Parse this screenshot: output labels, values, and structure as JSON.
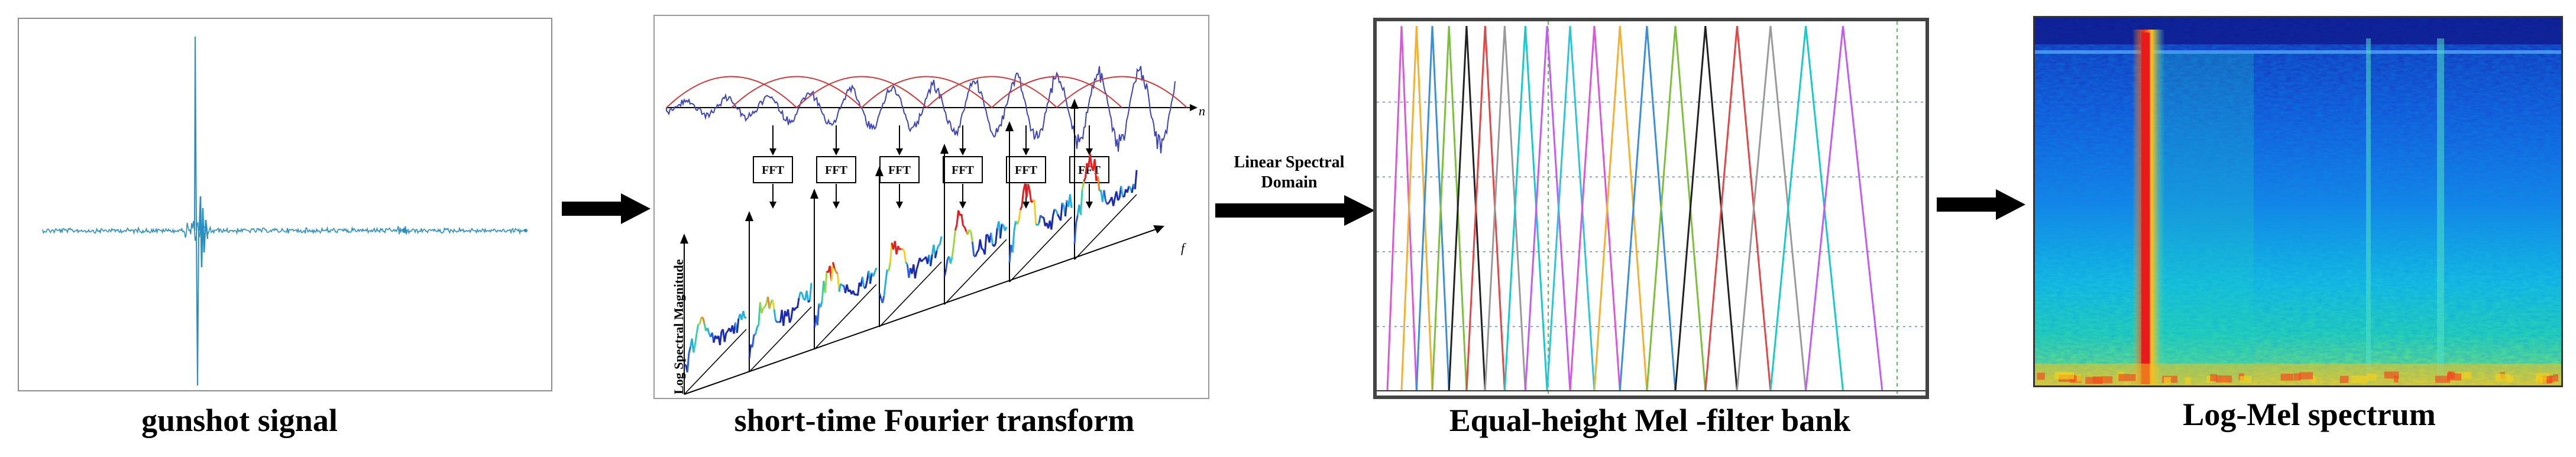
{
  "panels": {
    "signal": {
      "caption": "gunshot signal"
    },
    "stft": {
      "caption": "short-time Fourier transform",
      "fft_label": "FFT",
      "fft_count": 6,
      "axis_n": "n",
      "axis_f": "f",
      "y_axis_label": "Log Spectral Magnitude"
    },
    "arrow_label": {
      "line1": "Linear Spectral",
      "line2": "Domain"
    },
    "filterbank": {
      "caption": "Equal-height Mel -filter bank"
    },
    "logmel": {
      "caption": "Log-Mel spectrum"
    }
  },
  "colors": {
    "signal": "#2a8fc0",
    "window": "#d03a3a",
    "stft_wave": "#3a44b8",
    "filters": [
      "#2ec4d8",
      "#d858d8",
      "#f2b132",
      "#3a8fd8",
      "#7bbf3a",
      "#222222",
      "#e04848",
      "#9a9a9a",
      "#17c9c9",
      "#c35cf0"
    ]
  }
}
